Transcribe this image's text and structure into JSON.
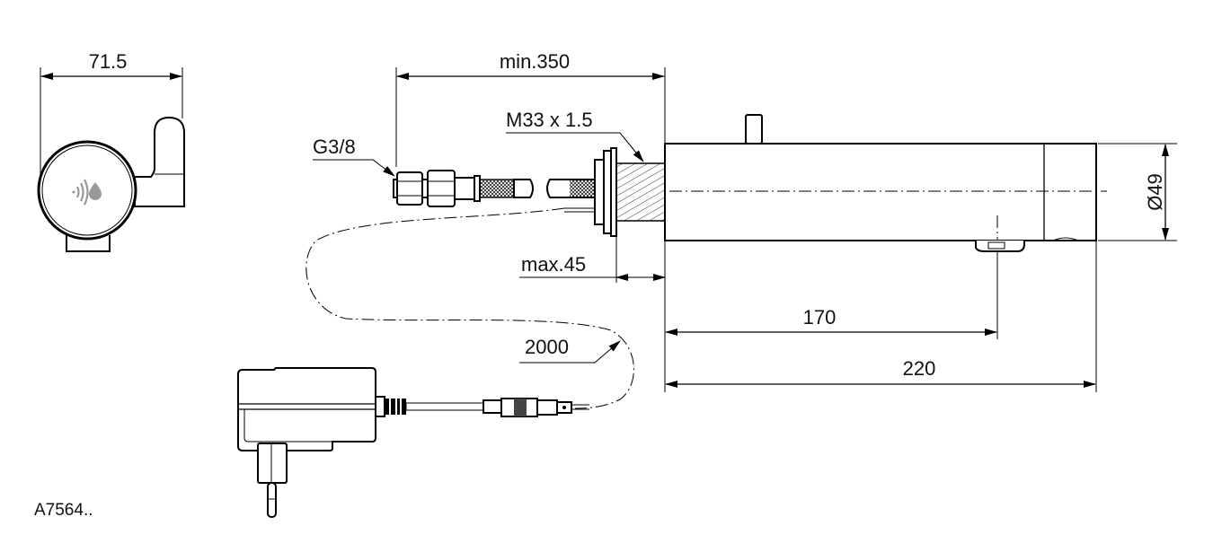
{
  "dimensions": {
    "width_side": "71.5",
    "min_length": "min.350",
    "thread": "M33 x 1.5",
    "connection": "G3/8",
    "max_thickness": "max.45",
    "diameter": "Ø49",
    "sensor_distance": "170",
    "total_length": "220",
    "cable_length": "2000"
  },
  "model": "A7564..",
  "colors": {
    "line": "#000000",
    "icon": "#999999"
  }
}
